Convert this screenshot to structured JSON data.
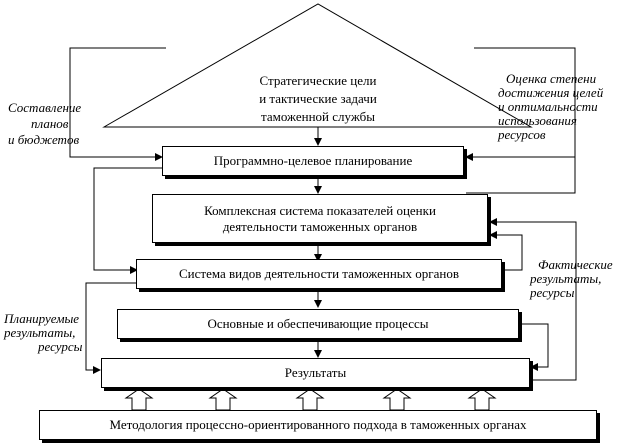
{
  "roof": {
    "line1": "Стратегические цели",
    "line2": "и тактические задачи",
    "line3": "таможенной службы"
  },
  "boxes": {
    "planning": "Программно-целевое планирование",
    "indicators_line1": "Комплексная система показателей оценки",
    "indicators_line2": "деятельности таможенных органов",
    "activities": "Система видов деятельности таможенных органов",
    "processes": "Основные и обеспечивающие процессы",
    "results": "Результаты",
    "methodology": "Методология процессно-ориентированного подхода в таможенных органах"
  },
  "side_labels": {
    "left_top_line1": "Составление",
    "left_top_line2": "планов",
    "left_top_line3": "и бюджетов",
    "right_top_line1": "Оценка степени",
    "right_top_line2": "достижения целей",
    "right_top_line3": "и оптимальности",
    "right_top_line4": "использования",
    "right_top_line5": "ресурсов",
    "right_mid_line1": "Фактические",
    "right_mid_line2": "результаты,",
    "right_mid_line3": "ресурсы",
    "left_bottom_line1": "Планируемые",
    "left_bottom_line2": "результаты,",
    "left_bottom_line3": "ресурсы"
  }
}
